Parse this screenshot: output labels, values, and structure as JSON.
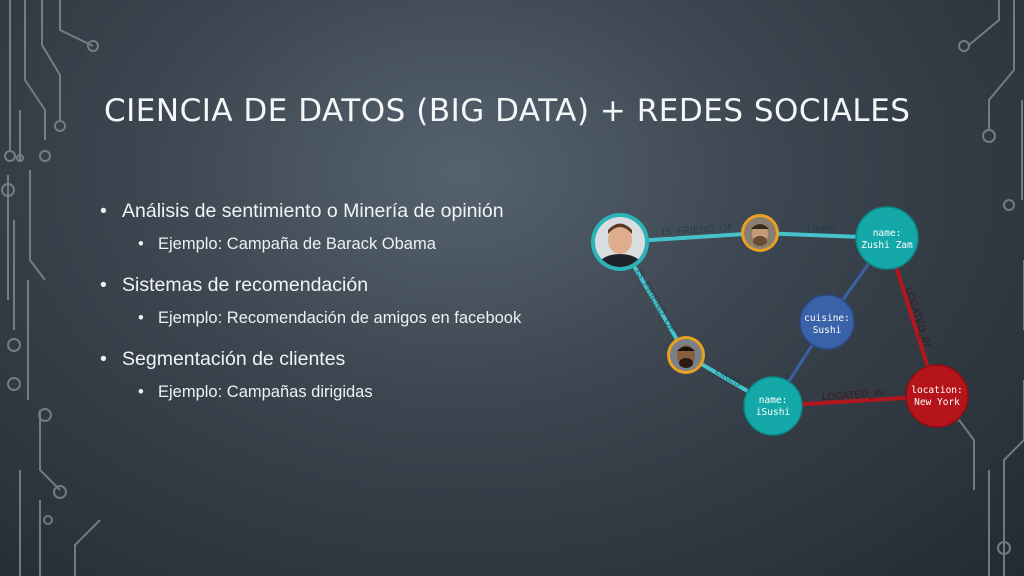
{
  "slide": {
    "title": "CIENCIA DE DATOS (BIG DATA) + REDES SOCIALES",
    "bullets": [
      {
        "text": "Análisis de sentimiento o Minería de opinión",
        "sub": "Ejemplo: Campaña de Barack Obama"
      },
      {
        "text": "Sistemas de recomendación",
        "sub": "Ejemplo: Recomendación de amigos en facebook"
      },
      {
        "text": "Segmentación de clientes",
        "sub": "Ejemplo: Campañas dirigidas"
      }
    ]
  },
  "graph": {
    "edges": {
      "friend1": "IS_FRIEND_OF",
      "friend2": "IS_FRIEND_OF",
      "likes1": "LIKES",
      "likes2": "LIKES",
      "located1": "LOCATED_IN",
      "located2": "LOCATED_IN"
    },
    "nodes": {
      "zushi": {
        "line1": "name:",
        "line2": "Zushi Zam"
      },
      "sushi": {
        "line1": "cuisine:",
        "line2": "Sushi"
      },
      "isushi": {
        "line1": "name:",
        "line2": "iSushi"
      },
      "newyork": {
        "line1": "location:",
        "line2": "New York"
      }
    },
    "colors": {
      "teal": "#15a8a8",
      "blue": "#3a62a8",
      "red": "#b5141a",
      "orange": "#e8a21f",
      "friend_edge": "#45c2cc",
      "located_edge": "#b3161c",
      "cuisine_edge": "#3d5fa6"
    }
  }
}
